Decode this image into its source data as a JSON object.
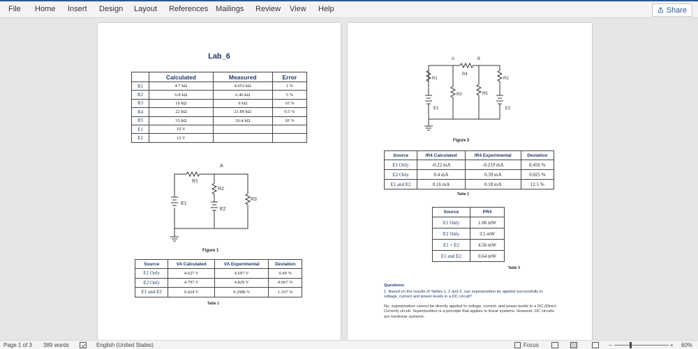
{
  "ribbon": {
    "menu": [
      "File",
      "Home",
      "Insert",
      "Design",
      "Layout",
      "References",
      "Mailings",
      "Review",
      "View",
      "Help"
    ],
    "share_label": "Share"
  },
  "page1": {
    "title": "Lab_6",
    "table1": {
      "headers": [
        "",
        "Calculated",
        "Measured",
        "Error"
      ],
      "rows": [
        [
          "R1",
          "4.7 kΩ",
          "4.653 kΩ",
          "1 %"
        ],
        [
          "R2",
          "6.8 kΩ",
          "6.46 kΩ",
          "5 %"
        ],
        [
          "R3",
          "10 kΩ",
          "9 kΩ",
          "10 %"
        ],
        [
          "R4",
          "22 kΩ",
          "21.89 kΩ",
          "0.5 %"
        ],
        [
          "R5",
          "33 kΩ",
          "26.4 kΩ",
          "20 %"
        ],
        [
          "E1",
          "10 V",
          "",
          ""
        ],
        [
          "E2",
          "15 V",
          "",
          ""
        ]
      ]
    },
    "figure1": {
      "caption": "Figure 1",
      "labels": {
        "a": "A",
        "r1": "R1",
        "r2": "R2",
        "r3": "R3",
        "e1": "E1",
        "e2": "E2"
      }
    },
    "table2": {
      "headers": [
        "Source",
        "VA Calculated",
        "VA Experimental",
        "Deviation"
      ],
      "rows": [
        [
          "E1 Only",
          "4.627 V",
          "4.697 V",
          "0.49 %"
        ],
        [
          "E2 Only",
          "4.797 V",
          "4.829 V",
          "0.667 %"
        ],
        [
          "E1 and E2",
          "9.424 V",
          "9.298b V",
          "1.337 %"
        ]
      ],
      "caption": "Table 1"
    }
  },
  "page2": {
    "figure2": {
      "caption": "Figure 2",
      "labels": {
        "a": "A",
        "b": "B",
        "r1": "R1",
        "r2": "R2",
        "r3": "R3",
        "r4": "R4",
        "r5": "R5",
        "e1": "E1",
        "e2": "E2"
      }
    },
    "table3": {
      "headers": [
        "Source",
        "IR4 Calculated",
        "IR4 Experimental",
        "Deviation"
      ],
      "rows": [
        [
          "E1 Only",
          "-0.22 mA",
          "-0.219 mA",
          "0.456 %"
        ],
        [
          "E2 Only",
          "0.4 mA",
          "0.39 mA",
          "0.025 %"
        ],
        [
          "E1 and E2",
          "0.16 mA",
          "0.18 mA",
          "12.5 %"
        ]
      ],
      "caption": "Table 2"
    },
    "table4": {
      "headers": [
        "Source",
        "PR4"
      ],
      "rows": [
        [
          "E1 Only",
          "1.06 mW"
        ],
        [
          "E2 Only",
          "3.5 mW"
        ],
        [
          "E1 + E2",
          "4.56 mW"
        ],
        [
          "E1 and E2",
          "0.64 mW"
        ]
      ],
      "caption": "Table 3"
    },
    "questions": {
      "title": "Questions:",
      "q1": "1. Based on the results of Tables 1, 2 and 3, can superposition be applied successfully to voltage, current and power levels in a DC circuit?",
      "answer": "No, superposition cannot be directly applied to voltage, current, and power levels in a DC (Direct Current) circuit. Superposition is a principle that applies to linear systems. However, DC circuits are nonlinear systems."
    }
  },
  "statusbar": {
    "page": "Page 1 of 3",
    "words": "389 words",
    "language": "English (United States)",
    "focus": "Focus",
    "zoom": "60%"
  },
  "colors": {
    "accent": "#2b579a",
    "heading": "#1f3864"
  }
}
